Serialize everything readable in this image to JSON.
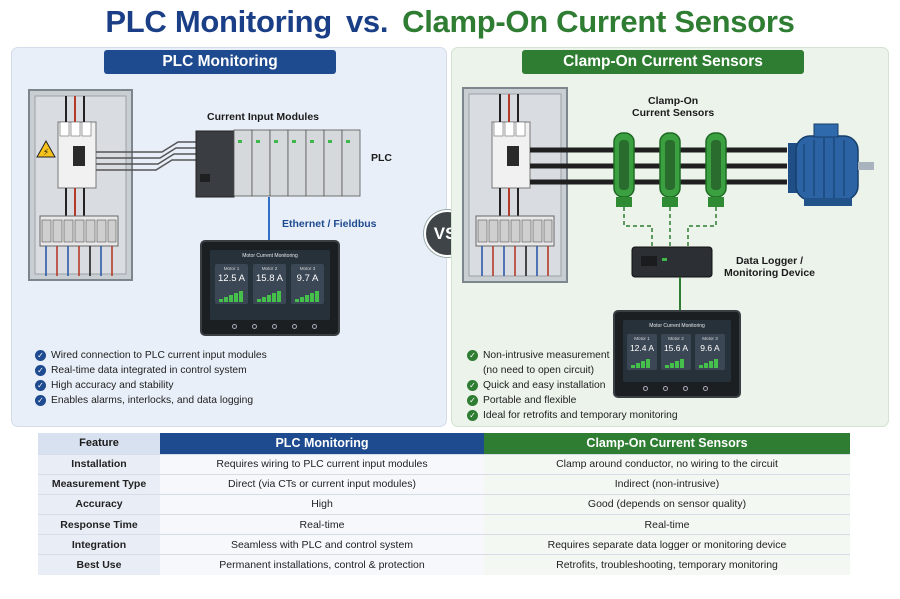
{
  "title": {
    "left": "PLC Monitoring",
    "vs": "vs.",
    "right": "Clamp-On Current Sensors"
  },
  "left_panel": {
    "header": "PLC Monitoring",
    "labels": {
      "modules": "Current Input Modules",
      "plc": "PLC",
      "network": "Ethernet / Fieldbus"
    },
    "screen": {
      "title": "Motor Current Monitoring",
      "motors": [
        {
          "name": "Motor 1",
          "value": "12.5 A"
        },
        {
          "name": "Motor 2",
          "value": "15.8 A"
        },
        {
          "name": "Motor 3",
          "value": "9.7 A"
        }
      ]
    },
    "bullets": [
      "Wired connection to PLC current input modules",
      "Real-time data integrated in control system",
      "High accuracy and stability",
      "Enables alarms, interlocks, and data logging"
    ]
  },
  "vs_badge": "VS.",
  "right_panel": {
    "header": "Clamp-On Current Sensors",
    "labels": {
      "sensors_line1": "Clamp-On",
      "sensors_line2": "Current Sensors",
      "logger_line1": "Data Logger /",
      "logger_line2": "Monitoring Device"
    },
    "screen": {
      "title": "Motor Current Monitoring",
      "motors": [
        {
          "name": "Motor 1",
          "value": "12.4 A"
        },
        {
          "name": "Motor 2",
          "value": "15.6 A"
        },
        {
          "name": "Motor 3",
          "value": "9.6 A"
        }
      ]
    },
    "bullets": [
      "Non-intrusive measurement",
      "(no need to open circuit)",
      "Quick and easy installation",
      "Portable and flexible",
      "Ideal for retrofits and temporary monitoring"
    ]
  },
  "table": {
    "headers": [
      "Feature",
      "PLC Monitoring",
      "Clamp-On Current Sensors"
    ],
    "rows": [
      [
        "Installation",
        "Requires wiring to PLC current input modules",
        "Clamp around conductor, no wiring to the circuit"
      ],
      [
        "Measurement Type",
        "Direct (via CTs or current input modules)",
        "Indirect (non-intrusive)"
      ],
      [
        "Accuracy",
        "High",
        "Good (depends on sensor quality)"
      ],
      [
        "Response Time",
        "Real-time",
        "Real-time"
      ],
      [
        "Integration",
        "Seamless with PLC and control system",
        "Requires separate data logger or monitoring device"
      ],
      [
        "Best Use",
        "Permanent installations, control & protection",
        "Retrofits, troubleshooting, temporary monitoring"
      ]
    ]
  },
  "colors": {
    "plc_blue": "#1e4a8f",
    "clamp_green": "#2f7d32",
    "status_green": "#45c04a"
  }
}
